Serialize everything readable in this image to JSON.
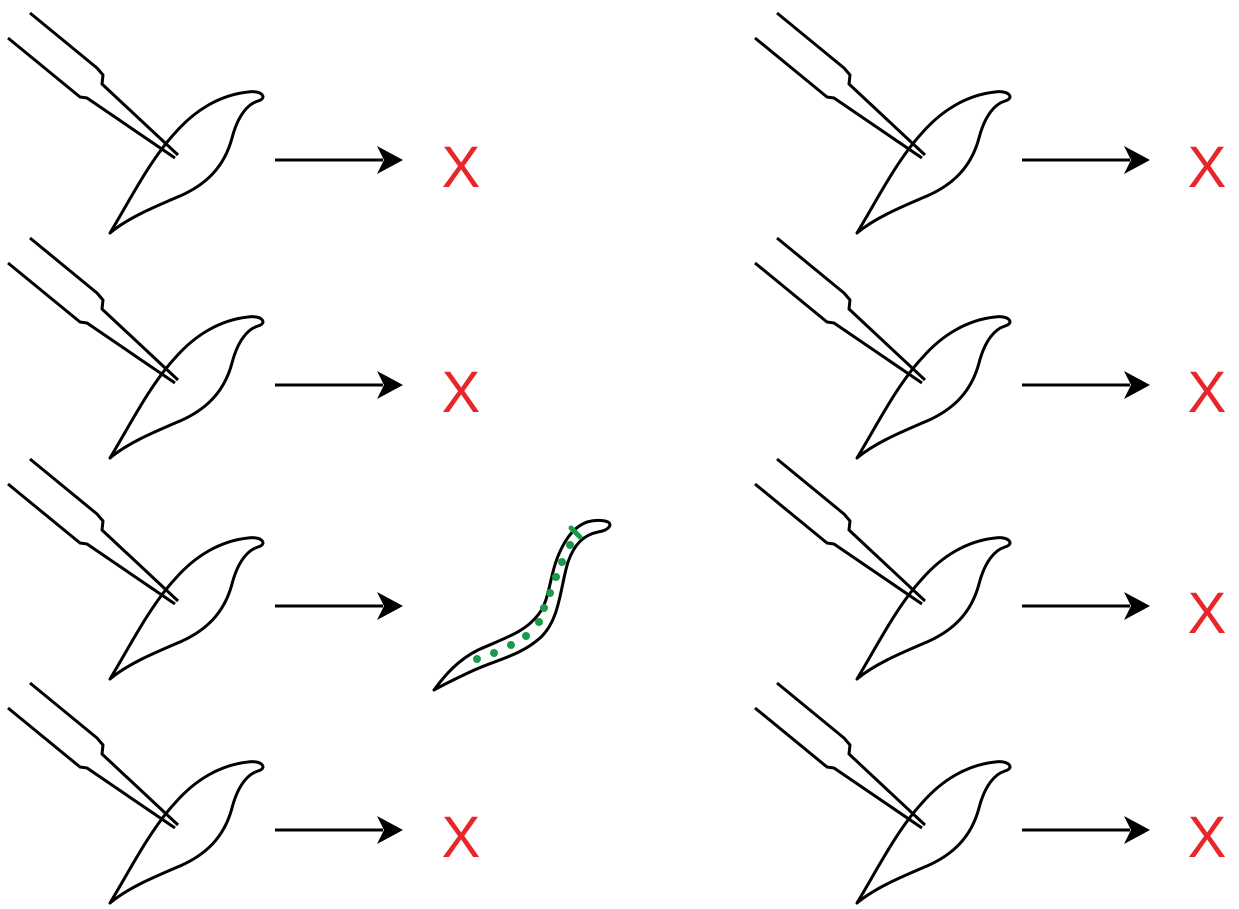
{
  "colors": {
    "line": "#000000",
    "fail_mark": "#e8262a",
    "transgene_dots": "#1a9a4a",
    "background": "#ffffff"
  },
  "icons": {
    "injection": "microinjection-needle-into-worm",
    "arrow": "right-arrow",
    "result_worm": "transgenic-worm-with-green-markers"
  },
  "fail_symbol": "X",
  "rows": [
    {
      "left": {
        "outcome": "fail",
        "label": "X"
      },
      "right": {
        "outcome": "fail",
        "label": "X"
      }
    },
    {
      "left": {
        "outcome": "fail",
        "label": "X"
      },
      "right": {
        "outcome": "fail",
        "label": "X"
      }
    },
    {
      "left": {
        "outcome": "success",
        "label": ""
      },
      "right": {
        "outcome": "fail",
        "label": "X"
      }
    },
    {
      "left": {
        "outcome": "fail",
        "label": "X"
      },
      "right": {
        "outcome": "fail",
        "label": "X"
      }
    }
  ]
}
